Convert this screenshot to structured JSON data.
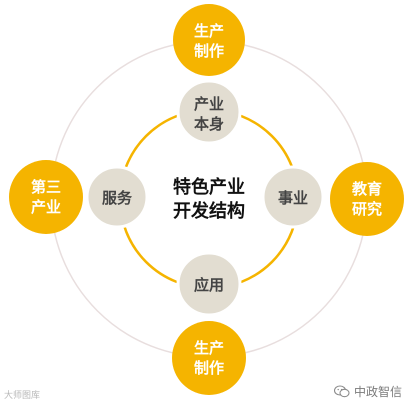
{
  "colors": {
    "outer_node": "#f5b400",
    "inner_node": "#e2ddd1",
    "inner_ring": "#f5b400",
    "outer_ring": "#e8dede",
    "outer_text": "#ffffff",
    "inner_text": "#444444",
    "center_text": "#111111"
  },
  "center": {
    "line1": "特色产业",
    "line2": "开发结构"
  },
  "inner_nodes": {
    "top": {
      "line1": "产业",
      "line2": "本身"
    },
    "right": {
      "line1": "事业"
    },
    "bottom": {
      "line1": "应用"
    },
    "left": {
      "line1": "服务"
    }
  },
  "outer_nodes": {
    "top": {
      "line1": "生产",
      "line2": "制作"
    },
    "right": {
      "line1": "教育",
      "line2": "研究"
    },
    "bottom": {
      "line1": "生产",
      "line2": "制作"
    },
    "left": {
      "line1": "第三",
      "line2": "产业"
    }
  },
  "watermarks": {
    "left": "大师图库",
    "right": "中政智信",
    "right_icon": "wechat-icon"
  }
}
